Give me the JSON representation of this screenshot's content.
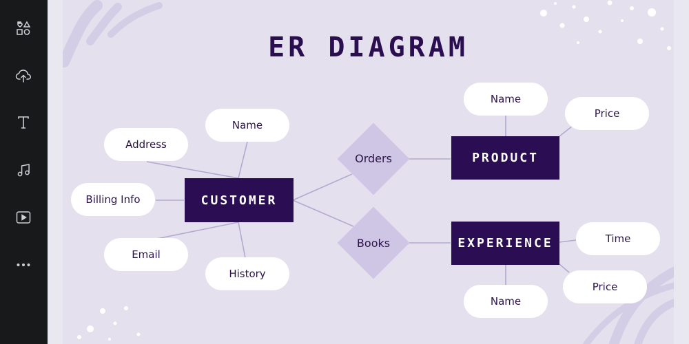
{
  "toolbar": {
    "items": [
      {
        "id": "elements",
        "icon": "shapes-icon"
      },
      {
        "id": "uploads",
        "icon": "cloud-upload-icon"
      },
      {
        "id": "text",
        "icon": "text-icon"
      },
      {
        "id": "audio",
        "icon": "music-note-icon"
      },
      {
        "id": "videos",
        "icon": "video-play-icon"
      },
      {
        "id": "more",
        "icon": "more-dots-icon"
      }
    ]
  },
  "diagram": {
    "title": "ER DIAGRAM",
    "entities": {
      "customer": "CUSTOMER",
      "product": "PRODUCT",
      "experience": "EXPERIENCE"
    },
    "relationships": {
      "orders": "Orders",
      "books": "Books"
    },
    "attributes": {
      "customer_name": "Name",
      "customer_address": "Address",
      "customer_billing": "Billing Info",
      "customer_email": "Email",
      "customer_history": "History",
      "product_name": "Name",
      "product_price": "Price",
      "experience_time": "Time",
      "experience_price": "Price",
      "experience_name": "Name"
    }
  },
  "colors": {
    "entity_fill": "#2a0d52",
    "title": "#2b0e4f",
    "relationship_fill": "#cfc5e4",
    "connector": "#b3a9cf",
    "canvas_bg": "#e4e0ee",
    "toolbar_bg": "#18191b"
  }
}
